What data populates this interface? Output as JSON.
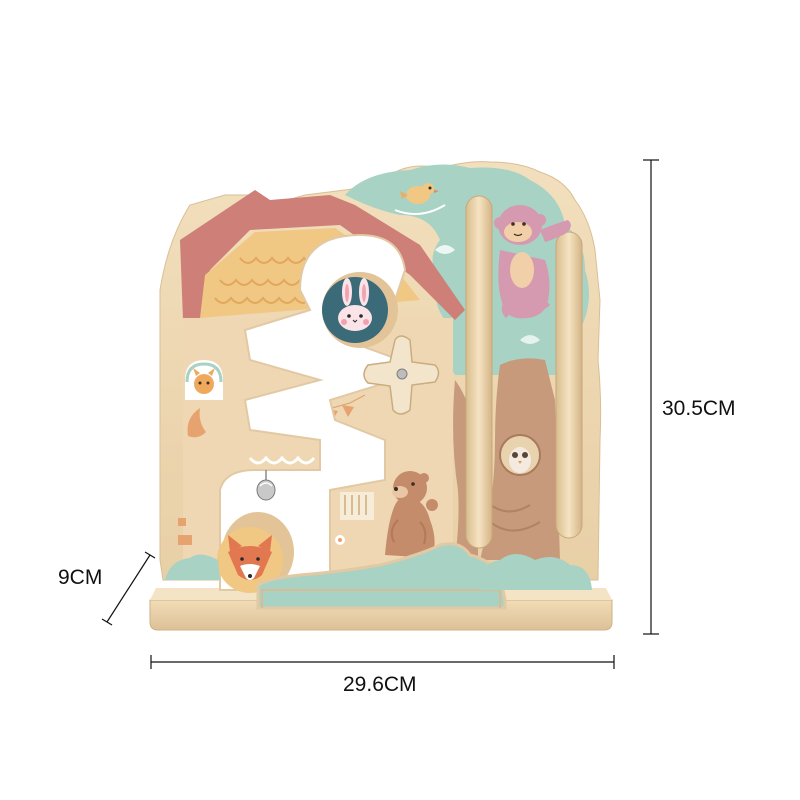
{
  "dimensions": {
    "height": "30.5CM",
    "width": "29.6CM",
    "depth": "9CM"
  },
  "product": {
    "icons": [
      "bunny-icon",
      "fox-icon",
      "monkey-icon",
      "bear-icon",
      "owl-icon",
      "bird-icon",
      "squirrel-icon",
      "bell-icon"
    ]
  },
  "colors": {
    "wood": "#eed9b6",
    "roof_pink": "#cd7f78",
    "roof_yellow": "#f1c784",
    "tree_green": "#a7d2c4",
    "trunk_brown": "#c79a7c",
    "monkey": "#d59ab0",
    "dimension_line": "#111111"
  }
}
